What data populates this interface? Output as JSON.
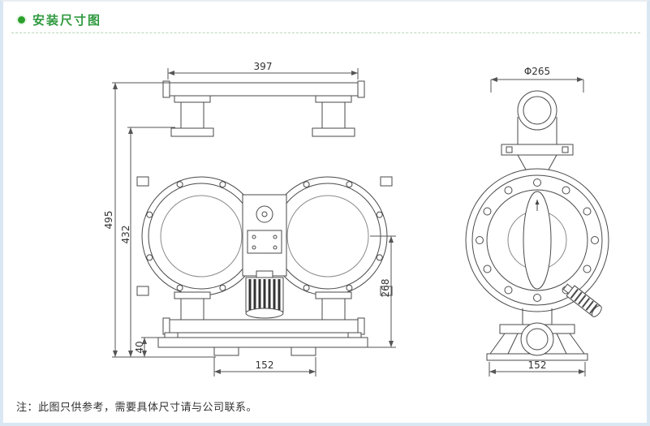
{
  "header": {
    "title": "安装尺寸图"
  },
  "note": {
    "text": "注：此图只供参考，需要具体尺寸请与公司联系。"
  },
  "drawing": {
    "front_view": {
      "top_width": "397",
      "total_height": "495",
      "body_height": "432",
      "outlet_height": "268",
      "base_height": "40",
      "foot_span": "152"
    },
    "side_view": {
      "flange_diameter": "Φ265",
      "base_width": "152"
    }
  },
  "colors": {
    "accent_green": "#2f9a3f",
    "border_blue": "#d9e7f3",
    "line": "#4a4a4a",
    "dim_line": "#555555"
  }
}
